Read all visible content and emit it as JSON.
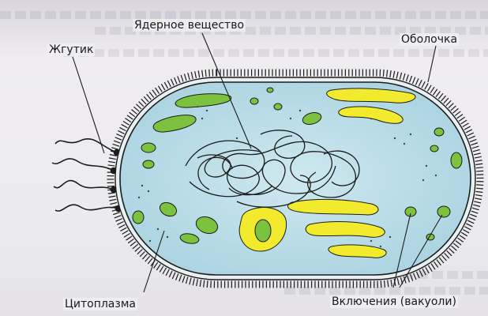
{
  "labels": {
    "nucleoid": "Ядерное вещество",
    "membrane": "Оболочка",
    "flagellum": "Жгутик",
    "cytoplasm": "Цитоплазма",
    "inclusions": "Включения (вакуоли)"
  },
  "colors": {
    "cytoplasm_fill": "#b9dbe6",
    "green_inclusion": "#7cc23e",
    "yellow_inclusion": "#f2ea2c",
    "outline": "#1c1c1c"
  }
}
